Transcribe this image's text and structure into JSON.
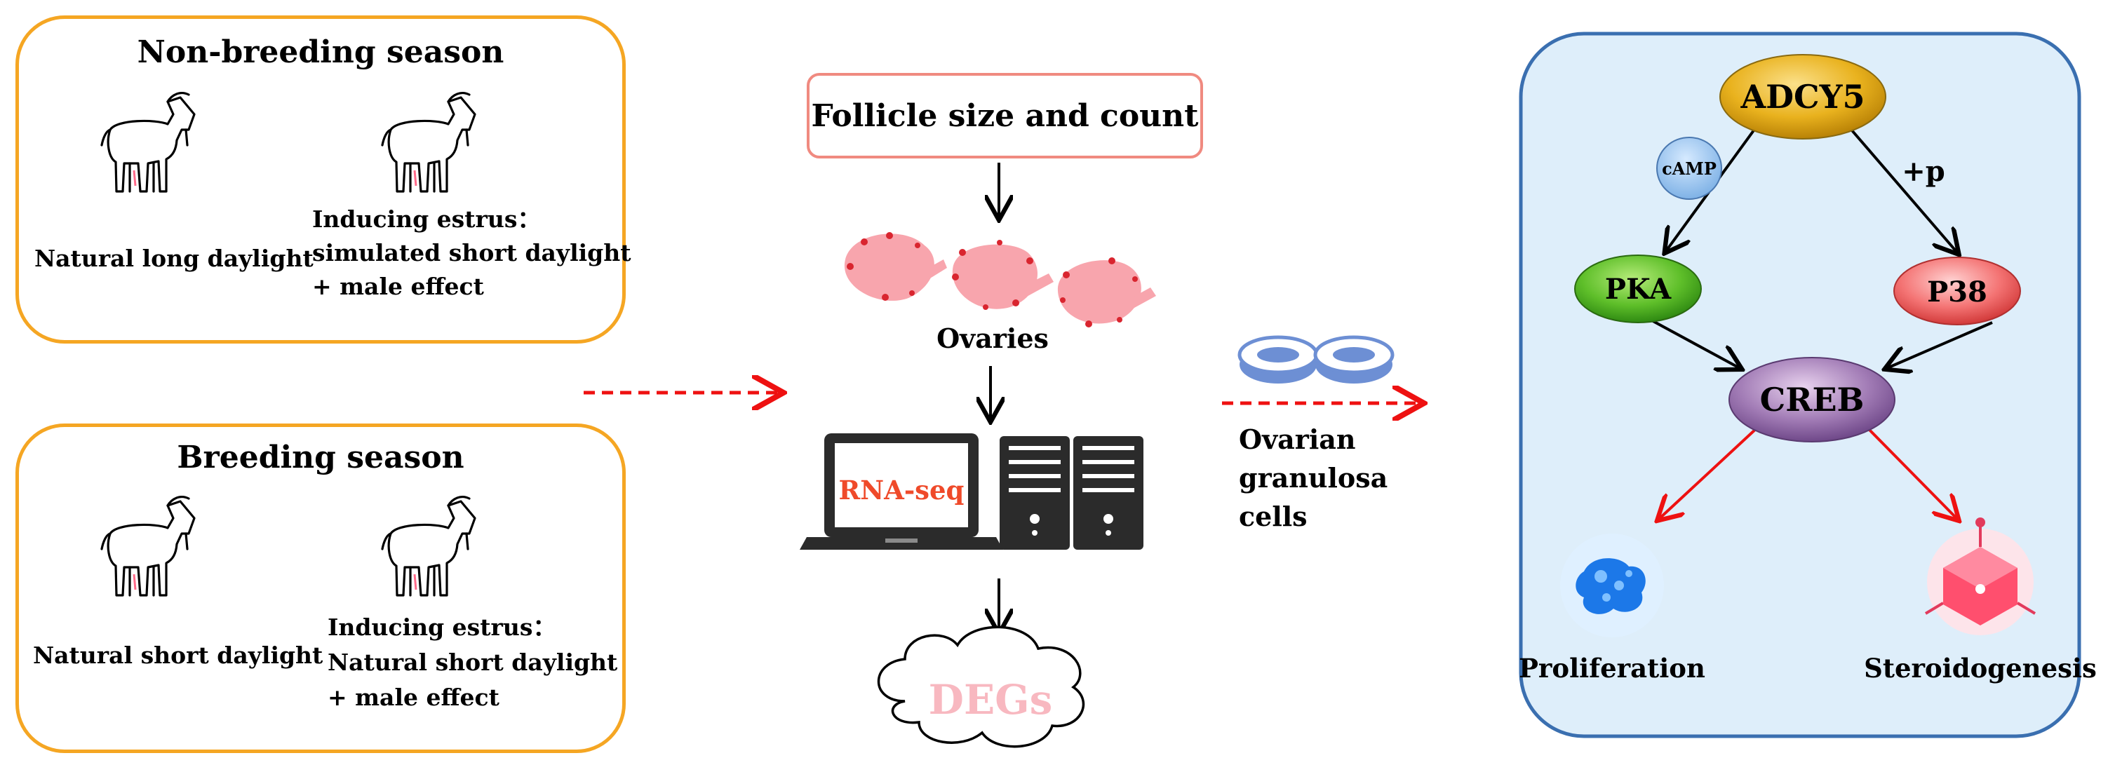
{
  "left": {
    "non_breeding": {
      "title": "Non-breeding season",
      "cond_a": "Natural long daylight",
      "cond_b": [
        "Inducing estrus：",
        "simulated  short daylight",
        " + male effect"
      ]
    },
    "breeding": {
      "title": "Breeding season",
      "cond_a": "Natural short daylight",
      "cond_b": [
        "Inducing estrus：",
        "Natural short daylight",
        " + male effect"
      ]
    }
  },
  "center": {
    "follicle": "Follicle size and count",
    "ovaries": "Ovaries",
    "rnaseq": "RNA-seq",
    "degs": "DEGs",
    "gc_label": [
      "Ovarian",
      "granulosa",
      "cells"
    ]
  },
  "pathway": {
    "adcy5": "ADCY5",
    "camp": "cAMP",
    "plus_p": "+p",
    "pka": "PKA",
    "p38": "P38",
    "creb": "CREB",
    "proliferation": "Proliferation",
    "steroidogenesis": "Steroidogenesis"
  },
  "colors": {
    "panel_border": "#f5a623",
    "pathway_bg": "#deeefa",
    "pathway_border": "#3a6fb0",
    "follicle_border": "#f08a80",
    "ovary_fill": "#f8a5ad",
    "red_arrow": "#ee1111",
    "rnaseq_text": "#ef4a2a",
    "degs_text": "#f8b8c0"
  }
}
